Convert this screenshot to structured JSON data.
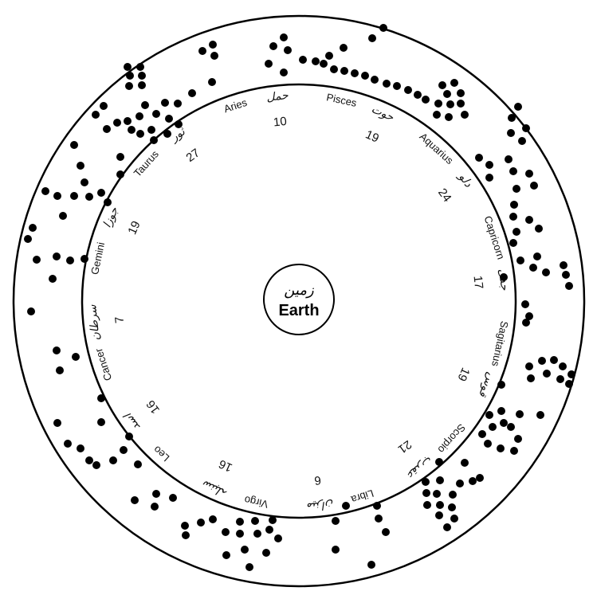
{
  "center": {
    "urdu": "زمین",
    "english": "Earth"
  },
  "signs": [
    {
      "english": "Pisces",
      "urdu": "حوت",
      "count": "19"
    },
    {
      "english": "Aquarius",
      "urdu": "دلو",
      "count": "24"
    },
    {
      "english": "Capricorn",
      "urdu": "جدی",
      "count": "17"
    },
    {
      "english": "Sagitarius",
      "urdu": "قوس",
      "count": "19"
    },
    {
      "english": "Scorpio",
      "urdu": "عقرب",
      "count": "21"
    },
    {
      "english": "Libra",
      "urdu": "میزان",
      "count": "6"
    },
    {
      "english": "Virgo",
      "urdu": "سنبلہ",
      "count": "16"
    },
    {
      "english": "Leo",
      "urdu": "اسد",
      "count": "16"
    },
    {
      "english": "Cancer",
      "urdu": "سرطان",
      "count": "7"
    },
    {
      "english": "Gemini",
      "urdu": "جوزا",
      "count": "19"
    },
    {
      "english": "Taurus",
      "urdu": "ثور",
      "count": "27"
    },
    {
      "english": "Aries",
      "urdu": "حمل",
      "count": "10"
    }
  ]
}
